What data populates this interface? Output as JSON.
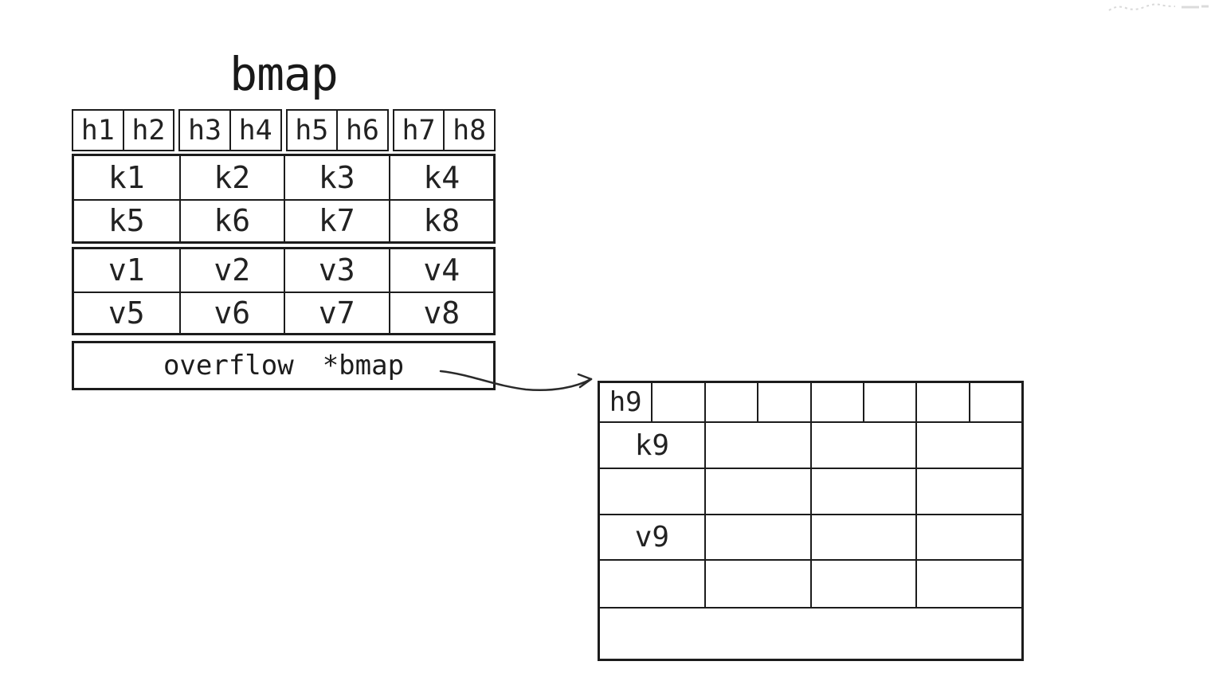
{
  "title": "bmap",
  "colors": {
    "ink": "#1c1c1c",
    "background": "#ffffff",
    "smudge": "#cccccc"
  },
  "main_bucket": {
    "hash_cells": [
      "h1",
      "h2",
      "h3",
      "h4",
      "h5",
      "h6",
      "h7",
      "h8"
    ],
    "key_cells": [
      "k1",
      "k2",
      "k3",
      "k4",
      "k5",
      "k6",
      "k7",
      "k8"
    ],
    "value_cells": [
      "v1",
      "v2",
      "v3",
      "v4",
      "v5",
      "v6",
      "v7",
      "v8"
    ],
    "overflow_field": "overflow",
    "overflow_type": "*bmap"
  },
  "overflow_bucket": {
    "hash_cells": [
      "h9",
      "",
      "",
      "",
      "",
      "",
      "",
      ""
    ],
    "body_rows": [
      [
        "k9",
        "",
        "",
        ""
      ],
      [
        "",
        "",
        "",
        ""
      ],
      [
        "v9",
        "",
        "",
        ""
      ],
      [
        "",
        "",
        "",
        ""
      ]
    ],
    "overflow_cell": ""
  }
}
